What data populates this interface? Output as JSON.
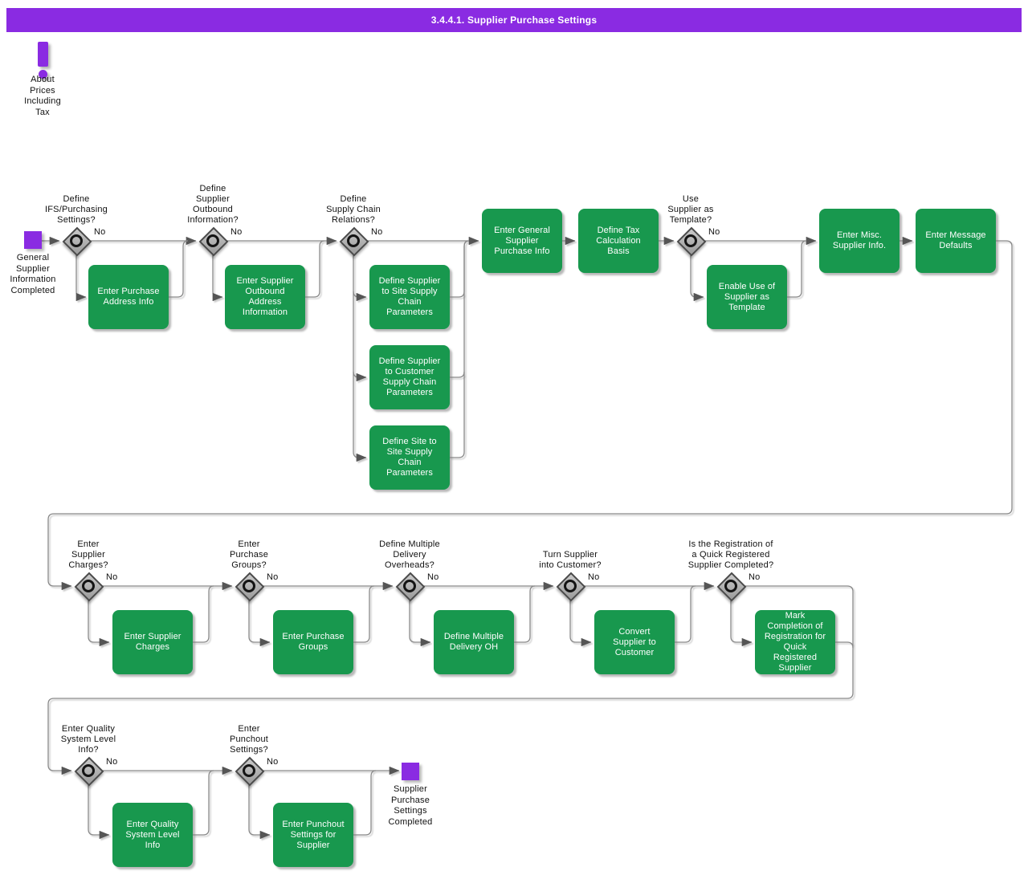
{
  "header": {
    "title": "3.4.4.1. Supplier Purchase Settings"
  },
  "note": {
    "label": "About\nPrices\nIncluding\nTax"
  },
  "labels": {
    "no": "No"
  },
  "events": {
    "start": {
      "label": "General\nSupplier\nInformation\nCompleted"
    },
    "end": {
      "label": "Supplier\nPurchase\nSettings\nCompleted"
    }
  },
  "decisions": [
    {
      "question": "Define\nIFS/Purchasing\nSettings?"
    },
    {
      "question": "Define\nSupplier\nOutbound\nInformation?"
    },
    {
      "question": "Define\nSupply Chain\nRelations?"
    },
    {
      "question": "Use\nSupplier as\nTemplate?"
    },
    {
      "question": "Enter\nSupplier\nCharges?"
    },
    {
      "question": "Enter\nPurchase\nGroups?"
    },
    {
      "question": "Define Multiple\nDelivery\nOverheads?"
    },
    {
      "question": "Turn Supplier\ninto Customer?"
    },
    {
      "question": "Is the Registration of\na Quick Registered\nSupplier Completed?"
    },
    {
      "question": "Enter Quality\nSystem Level\nInfo?"
    },
    {
      "question": "Enter\nPunchout\nSettings?"
    }
  ],
  "activities": [
    {
      "label": "Enter Purchase\nAddress Info"
    },
    {
      "label": "Enter Supplier\nOutbound\nAddress\nInformation"
    },
    {
      "label": "Define Supplier\nto Site Supply\nChain\nParameters"
    },
    {
      "label": "Define Supplier\nto Customer\nSupply Chain\nParameters"
    },
    {
      "label": "Define Site to\nSite Supply\nChain\nParameters"
    },
    {
      "label": "Enter General\nSupplier\nPurchase Info"
    },
    {
      "label": "Define Tax\nCalculation\nBasis"
    },
    {
      "label": "Enable Use of\nSupplier as\nTemplate"
    },
    {
      "label": "Enter Misc.\nSupplier Info."
    },
    {
      "label": "Enter Message\nDefaults"
    },
    {
      "label": "Enter Supplier\nCharges"
    },
    {
      "label": "Enter Purchase\nGroups"
    },
    {
      "label": "Define Multiple\nDelivery OH"
    },
    {
      "label": "Convert\nSupplier to\nCustomer"
    },
    {
      "label": "Mark\nCompletion of\nRegistration for\nQuick\nRegistered\nSupplier"
    },
    {
      "label": "Enter Quality\nSystem Level\nInfo"
    },
    {
      "label": "Enter Punchout\nSettings for\nSupplier"
    }
  ],
  "colors": {
    "title_bar": "#8A2BE2",
    "event_node": "#8A2BE2",
    "activity": "#18984E",
    "activity_text": "#FFFFFF",
    "decision_fill": "#B0B0B0",
    "decision_border": "#4A4A4A",
    "connector": "#898989",
    "arrowhead": "#555555",
    "text": "#111111"
  }
}
